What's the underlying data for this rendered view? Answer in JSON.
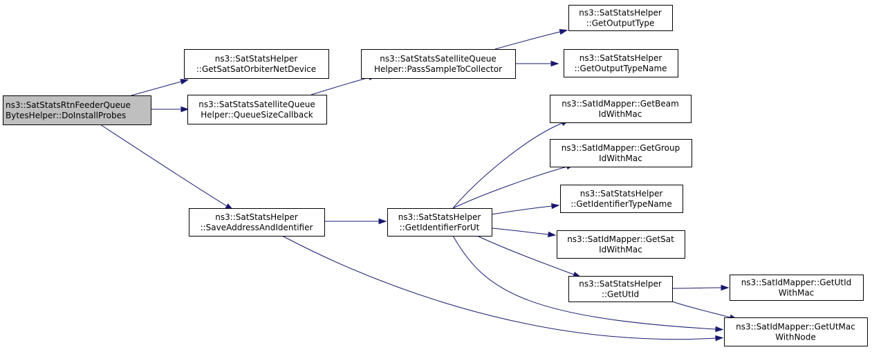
{
  "colors": {
    "edge": "#191970",
    "node_border": "#000000",
    "node_fill": "#ffffff",
    "root_fill": "#bfbfbf"
  },
  "nodes": [
    {
      "id": "root",
      "lines": [
        "ns3::SatStatsRtnFeederQueue",
        "BytesHelper::DoInstallProbes"
      ],
      "root": true
    },
    {
      "id": "getSatOrbiter",
      "lines": [
        "ns3::SatStatsHelper",
        "::GetSatSatOrbiterNetDevice"
      ]
    },
    {
      "id": "queueSizeCb",
      "lines": [
        "ns3::SatStatsSatelliteQueue",
        "Helper::QueueSizeCallback"
      ]
    },
    {
      "id": "saveAddr",
      "lines": [
        "ns3::SatStatsHelper",
        "::SaveAddressAndIdentifier"
      ]
    },
    {
      "id": "passSample",
      "lines": [
        "ns3::SatStatsSatelliteQueue",
        "Helper::PassSampleToCollector"
      ]
    },
    {
      "id": "getOutputType",
      "lines": [
        "ns3::SatStatsHelper",
        "::GetOutputType"
      ]
    },
    {
      "id": "getOutputTypeName",
      "lines": [
        "ns3::SatStatsHelper",
        "::GetOutputTypeName"
      ]
    },
    {
      "id": "getIdForUt",
      "lines": [
        "ns3::SatStatsHelper",
        "::GetIdentifierForUt"
      ]
    },
    {
      "id": "getBeam",
      "lines": [
        "ns3::SatIdMapper::GetBeam",
        "IdWithMac"
      ]
    },
    {
      "id": "getGroup",
      "lines": [
        "ns3::SatIdMapper::GetGroup",
        "IdWithMac"
      ]
    },
    {
      "id": "getIdTypeName",
      "lines": [
        "ns3::SatStatsHelper",
        "::GetIdentifierTypeName"
      ]
    },
    {
      "id": "getSat",
      "lines": [
        "ns3::SatIdMapper::GetSat",
        "IdWithMac"
      ]
    },
    {
      "id": "getUtId",
      "lines": [
        "ns3::SatStatsHelper",
        "::GetUtId"
      ]
    },
    {
      "id": "getUtIdMac",
      "lines": [
        "ns3::SatIdMapper::GetUtId",
        "WithMac"
      ]
    },
    {
      "id": "getUtMacNode",
      "lines": [
        "ns3::SatIdMapper::GetUtMac",
        "WithNode"
      ]
    }
  ],
  "edges": [
    [
      "root",
      "getSatOrbiter"
    ],
    [
      "root",
      "queueSizeCb"
    ],
    [
      "root",
      "saveAddr"
    ],
    [
      "queueSizeCb",
      "passSample"
    ],
    [
      "passSample",
      "getOutputType"
    ],
    [
      "passSample",
      "getOutputTypeName"
    ],
    [
      "saveAddr",
      "getIdForUt"
    ],
    [
      "saveAddr",
      "getUtMacNode"
    ],
    [
      "getIdForUt",
      "getBeam"
    ],
    [
      "getIdForUt",
      "getGroup"
    ],
    [
      "getIdForUt",
      "getIdTypeName"
    ],
    [
      "getIdForUt",
      "getSat"
    ],
    [
      "getIdForUt",
      "getUtId"
    ],
    [
      "getIdForUt",
      "getUtMacNode"
    ],
    [
      "getUtId",
      "getUtIdMac"
    ],
    [
      "getUtId",
      "getUtMacNode"
    ]
  ]
}
